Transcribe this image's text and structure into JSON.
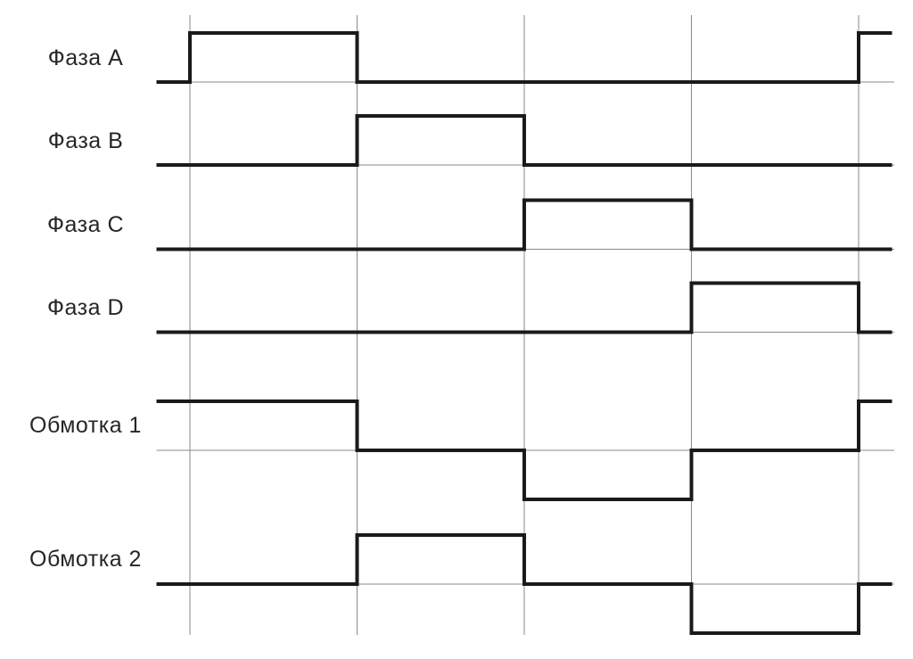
{
  "diagram": {
    "type": "timing-diagram",
    "description_visible_text_only": false,
    "gridline_steps": [
      0,
      1,
      2,
      3,
      4
    ],
    "time_start": -0.2,
    "time_end": 4.2,
    "levels": {
      "high": 1,
      "zero": 0,
      "low": -1
    },
    "colors": {
      "trace": "#1a1a1a",
      "grid": "#8a8a8a",
      "baseline": "#8a8a8a",
      "label_text": "#262626",
      "background": "#ffffff"
    },
    "signals": [
      {
        "id": "phase-a",
        "label": "Фаза A",
        "kind": "phase",
        "segments": [
          [
            -0.2,
            0,
            0
          ],
          [
            0,
            1,
            1
          ],
          [
            1,
            4,
            0
          ],
          [
            4,
            4.2,
            1
          ]
        ]
      },
      {
        "id": "phase-b",
        "label": "Фаза B",
        "kind": "phase",
        "segments": [
          [
            -0.2,
            1,
            0
          ],
          [
            1,
            2,
            1
          ],
          [
            2,
            4.2,
            0
          ]
        ]
      },
      {
        "id": "phase-c",
        "label": "Фаза C",
        "kind": "phase",
        "segments": [
          [
            -0.2,
            2,
            0
          ],
          [
            2,
            3,
            1
          ],
          [
            3,
            4.2,
            0
          ]
        ]
      },
      {
        "id": "phase-d",
        "label": "Фаза D",
        "kind": "phase",
        "segments": [
          [
            -0.2,
            3,
            0
          ],
          [
            3,
            4,
            1
          ],
          [
            4,
            4.2,
            0
          ]
        ]
      },
      {
        "id": "winding-1",
        "label": "Обмотка 1",
        "kind": "winding",
        "segments": [
          [
            -0.2,
            1,
            1
          ],
          [
            1,
            2,
            0
          ],
          [
            2,
            3,
            -1
          ],
          [
            3,
            4,
            0
          ],
          [
            4,
            4.2,
            1
          ]
        ]
      },
      {
        "id": "winding-2",
        "label": "Обмотка 2",
        "kind": "winding",
        "segments": [
          [
            -0.2,
            1,
            0
          ],
          [
            1,
            2,
            1
          ],
          [
            2,
            3,
            0
          ],
          [
            3,
            4,
            -1
          ],
          [
            4,
            4.2,
            0
          ]
        ]
      }
    ]
  }
}
